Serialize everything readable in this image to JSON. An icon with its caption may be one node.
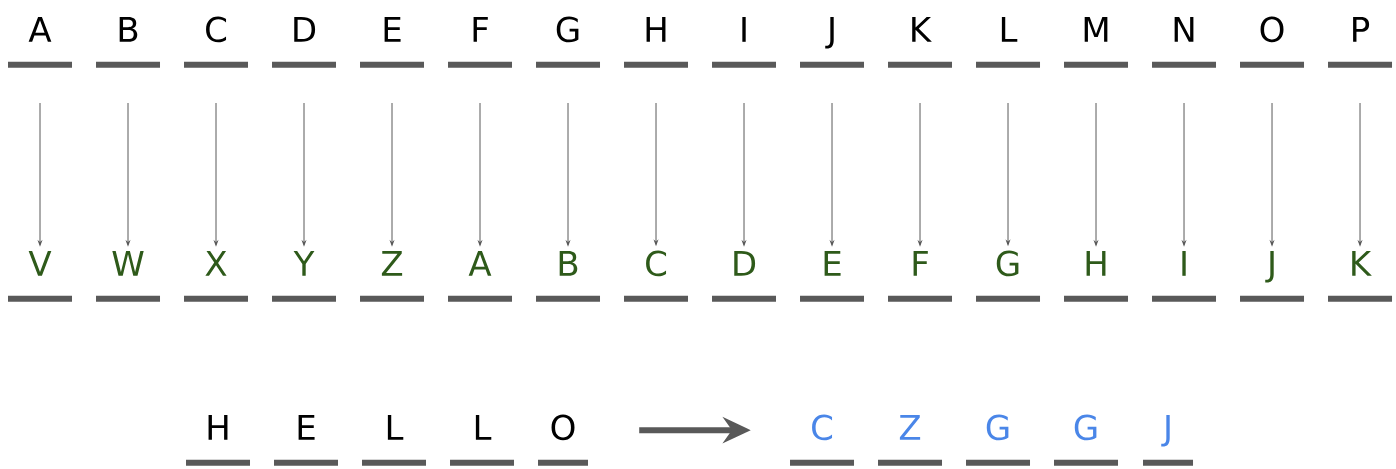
{
  "diagram": {
    "nodes": [
      {
        "text": [
          "A"
        ]
      },
      {
        "text": [
          "B"
        ]
      },
      {
        "text": [
          "C"
        ]
      },
      {
        "text": [
          "D"
        ]
      },
      {
        "text": [
          "E"
        ]
      },
      {
        "text": [
          "F"
        ]
      },
      {
        "text": [
          "G"
        ]
      },
      {
        "text": [
          "H"
        ]
      },
      {
        "text": [
          "I"
        ]
      },
      {
        "text": [
          "J"
        ]
      },
      {
        "text": [
          "K"
        ]
      },
      {
        "text": [
          "L"
        ]
      },
      {
        "text": [
          "M"
        ]
      },
      {
        "text": [
          "N"
        ]
      },
      {
        "text": [
          "O"
        ]
      },
      {
        "text": [
          "P"
        ]
      },
      {
        "text": [
          "V"
        ]
      },
      {
        "text": [
          "W"
        ]
      },
      {
        "text": [
          "X"
        ]
      },
      {
        "text": [
          "Y"
        ]
      },
      {
        "text": [
          "Z"
        ]
      },
      {
        "text": [
          "A"
        ]
      },
      {
        "text": [
          "B"
        ]
      },
      {
        "text": [
          "C"
        ]
      },
      {
        "text": [
          "D"
        ]
      },
      {
        "text": [
          "E"
        ]
      },
      {
        "text": [
          "F"
        ]
      },
      {
        "text": [
          "G"
        ]
      },
      {
        "text": [
          "H"
        ]
      },
      {
        "text": [
          "I"
        ]
      },
      {
        "text": [
          "J"
        ]
      },
      {
        "text": [
          "K"
        ]
      },
      {
        "text": [
          "H"
        ]
      },
      {
        "text": [
          "E"
        ]
      },
      {
        "text": [
          "L"
        ]
      },
      {
        "text": [
          "L"
        ]
      },
      {
        "text": [
          "O"
        ]
      },
      {
        "text": [
          "C"
        ]
      },
      {
        "text": [
          "Z"
        ]
      },
      {
        "text": [
          "G"
        ]
      },
      {
        "text": [
          "G"
        ]
      },
      {
        "text": [
          "J"
        ]
      }
    ],
    "edges": [
      {
        "from": 0,
        "to": 16,
        "arrow": "to"
      },
      {
        "from": 1,
        "to": 17,
        "arrow": "to"
      },
      {
        "from": 2,
        "to": 18,
        "arrow": "to"
      },
      {
        "from": 3,
        "to": 19,
        "arrow": "to"
      },
      {
        "from": 4,
        "to": 20,
        "arrow": "to"
      },
      {
        "from": 5,
        "to": 21,
        "arrow": "to"
      },
      {
        "from": 6,
        "to": 22,
        "arrow": "to"
      },
      {
        "from": 7,
        "to": 23,
        "arrow": "to"
      },
      {
        "from": 8,
        "to": 24,
        "arrow": "to"
      },
      {
        "from": 9,
        "to": 25,
        "arrow": "to"
      },
      {
        "from": 10,
        "to": 26,
        "arrow": "to"
      },
      {
        "from": 11,
        "to": 27,
        "arrow": "to"
      },
      {
        "from": 12,
        "to": 28,
        "arrow": "to"
      },
      {
        "from": 13,
        "to": 29,
        "arrow": "to"
      },
      {
        "from": 14,
        "to": 30,
        "arrow": "to"
      },
      {
        "from": 15,
        "to": 31,
        "arrow": "to"
      },
      {
        "from": 36,
        "to": 37,
        "arrow": "to",
        "style": "thick"
      }
    ]
  }
}
